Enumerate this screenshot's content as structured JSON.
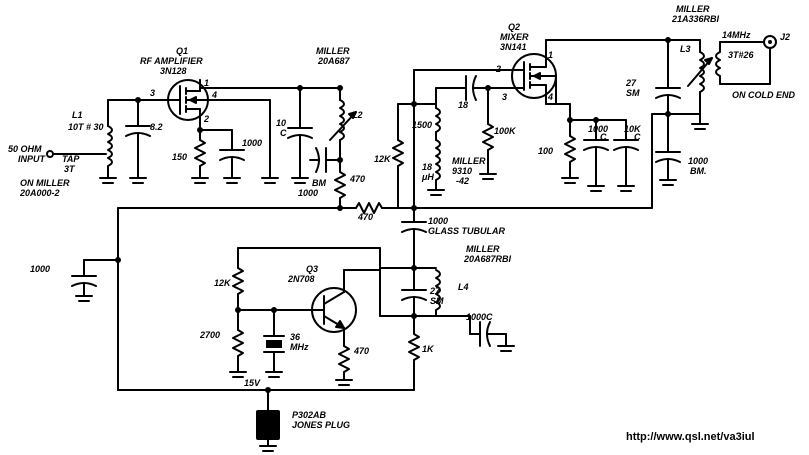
{
  "labels": {
    "q1_ref": "Q1",
    "q1_desc": "RF AMPLIFIER",
    "q1_part": "3N128",
    "q2_ref": "Q2",
    "q2_desc": "MIXER",
    "q2_part": "3N141",
    "q3_ref": "Q3",
    "q3_part": "2N708",
    "miller_top": "MILLER",
    "miller_top_part": "20A687",
    "miller_out": "MILLER",
    "miller_out_part": "21A336RBI",
    "j2": "J2",
    "freq_out": "14MHz",
    "l3_turns": "3T#26",
    "on_cold_end": "ON COLD END",
    "input_50": "50 OHM",
    "input": "INPUT",
    "tap": "TAP",
    "tap_3t": "3T",
    "on_miller": "ON MILLER",
    "on_miller_part": "20A000-2",
    "l1": "L1",
    "l1_turns": "10T # 30",
    "l2": "L2",
    "l3": "L3",
    "l4": "L4",
    "c82": "8.2",
    "c150": "150",
    "c1000a": "1000",
    "c10c_a": "10",
    "c10c_b": "C",
    "bm": "BM",
    "bm1000": "1000",
    "r470a": "470",
    "r470b": "470",
    "r12k_a": "12K",
    "c18": "18",
    "c1500": "1500",
    "l18uh_a": "18",
    "l18uh_b": "μH",
    "miller_9310": "MILLER",
    "miller_9310_b": "9310",
    "miller_9310_c": "-42",
    "r100k": "100K",
    "r100": "100",
    "c1000b": "1000",
    "c1000b_c": "C",
    "c10k": "10K",
    "c10k_c": "C",
    "c27sm_a": "27",
    "c27sm_b": "SM",
    "c1000bm": "1000",
    "c1000bm_b": "BM.",
    "pin1_q1": "1",
    "pin2_q1": "2",
    "pin3_q1": "3",
    "pin4_q1": "4",
    "pin1_q2": "1",
    "pin2_q2": "2",
    "pin3_q2": "3",
    "pin4_q2": "4",
    "c1000_glass": "1000",
    "glass_tubular": "GLASS TUBULAR",
    "miller_mid": "MILLER",
    "miller_mid_part": "20A687RBI",
    "c1000_left": "1000",
    "r12k_b": "12K",
    "r2700": "2700",
    "xtal_a": "36",
    "xtal_b": "MHz",
    "r470c": "470",
    "c27sm2_a": "27",
    "c27sm2_b": "SM",
    "c1000c": "1000C",
    "r1k": "1K",
    "v15": "15V",
    "plug_a": "P302AB",
    "plug_b": "JONES PLUG",
    "url": "http://www.qsl.net/va3iul"
  }
}
